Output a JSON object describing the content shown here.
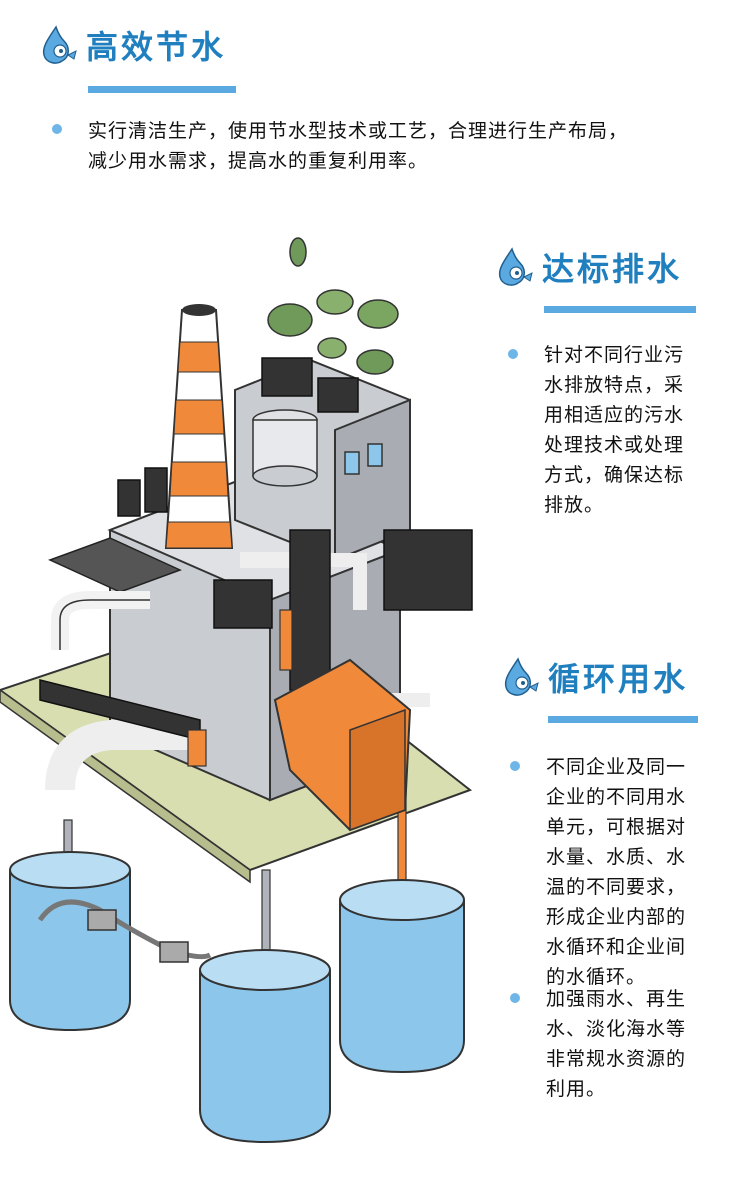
{
  "sections": {
    "efficient": {
      "title": "高效节水",
      "text": "实行清洁生产，使用节水型技术或工艺，合理进行生产布局，\n减少用水需求，提高水的重复利用率。"
    },
    "discharge": {
      "title": "达标排水",
      "text": "针对不同行业污\n水排放特点，采\n用相适应的污水\n处理技术或处理\n方式，确保达标\n排放。"
    },
    "recycle": {
      "title": "循环用水",
      "text1": "不同企业及同一\n企业的不同用水\n单元，可根据对\n水量、水质、水\n温的不同要求，\n形成企业内部的\n水循环和企业间\n的水循环。",
      "text2": "加强雨水、再生\n水、淡化海水等\n非常规水资源的\n利用。"
    }
  },
  "colors": {
    "title": "#1f7fbf",
    "underline": "#5aa9e0",
    "bullet": "#6fb6e8",
    "ground": "#d8deb0",
    "factory_gray": "#c9ccd1",
    "chimney_orange": "#f08a3a",
    "water": "#8cc6ea",
    "leaf": "#6f9a5a"
  },
  "icons": {
    "title_icon": "water-drop-fish-icon"
  }
}
